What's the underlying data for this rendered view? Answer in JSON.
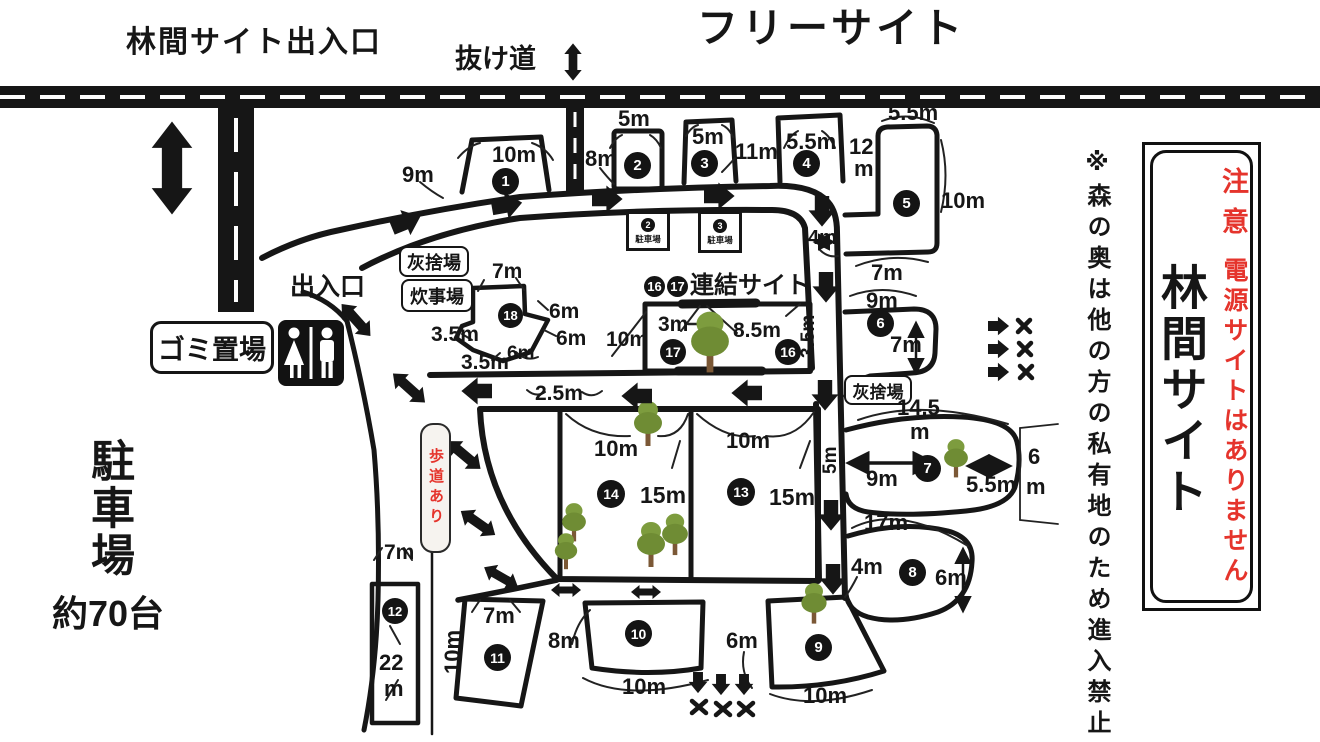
{
  "colors": {
    "ink": "#161616",
    "red": "#e5342c",
    "tree_leaf": "#7d9c3e",
    "tree_leaf2": "#6f8c34",
    "tree_trunk": "#7b5836"
  },
  "titles": {
    "forest_entrance": "林間サイト出入口",
    "shortcut": "抜け道",
    "free_site": "フリーサイト"
  },
  "left_area": {
    "parking": "駐車場",
    "capacity": "約70台",
    "entrance": "出入口",
    "garbage": "ゴミ置場",
    "sidewalk": "歩道あり"
  },
  "facilities": {
    "ash_upper": "灰捨場",
    "kitchen": "炊事場",
    "ash_lower": "灰捨場"
  },
  "linked": {
    "num1": "16",
    "num2": "17",
    "label": "連結サイト",
    "w": "10m",
    "a": "3m",
    "b": "8.5m"
  },
  "mini_parking": {
    "p2": {
      "no": "2",
      "label": "駐車場"
    },
    "p3": {
      "no": "3",
      "label": "駐車場"
    }
  },
  "lanes": {
    "gap4": "4m",
    "lane35": "3.5m",
    "lane5": "5m",
    "gap25": "2.5m"
  },
  "sites": {
    "s1": {
      "no": "1",
      "top": "10m",
      "left": "9m"
    },
    "s2": {
      "no": "2",
      "top": "5m",
      "left": "8m"
    },
    "s3": {
      "no": "3",
      "top": "5m",
      "right": "11m"
    },
    "s4": {
      "no": "4",
      "top": "5.5m",
      "right1": "12",
      "right2": "m"
    },
    "s5": {
      "no": "5",
      "top": "5.5m",
      "right": "10m",
      "bottom": "7m"
    },
    "s6": {
      "no": "6",
      "top": "9m",
      "depth": "7m"
    },
    "s7": {
      "no": "7",
      "top1": "14.5",
      "top2": "m",
      "w1": "9m",
      "w2": "5.5m",
      "d1": "6",
      "d2": "m"
    },
    "s8": {
      "no": "8",
      "top": "17m",
      "left": "4m",
      "depth": "6m"
    },
    "s9": {
      "no": "9",
      "left": "6m",
      "bottom": "10m"
    },
    "s10": {
      "no": "10",
      "left": "8m",
      "bottom": "10m"
    },
    "s11": {
      "no": "11",
      "top": "7m",
      "side": "10m"
    },
    "s12": {
      "no": "12",
      "top": "7m",
      "len1": "22",
      "len2": "m"
    },
    "s13": {
      "no": "13",
      "top": "10m",
      "depth": "15m"
    },
    "s14": {
      "no": "14",
      "top": "10m",
      "depth": "15m"
    },
    "s16": {
      "no": "16"
    },
    "s17": {
      "no": "17"
    },
    "s18": {
      "no": "18",
      "top": "7m",
      "r1": "6m",
      "r2": "6m",
      "l1": "3.5m",
      "l2": "3.5m",
      "b": "6m"
    }
  },
  "right_panel": {
    "note": "※森の奥は他の方の私有地のため進入禁止",
    "caution": "注意",
    "caution_body": "電源サイトはありません",
    "sign_title": "林間サイト"
  }
}
